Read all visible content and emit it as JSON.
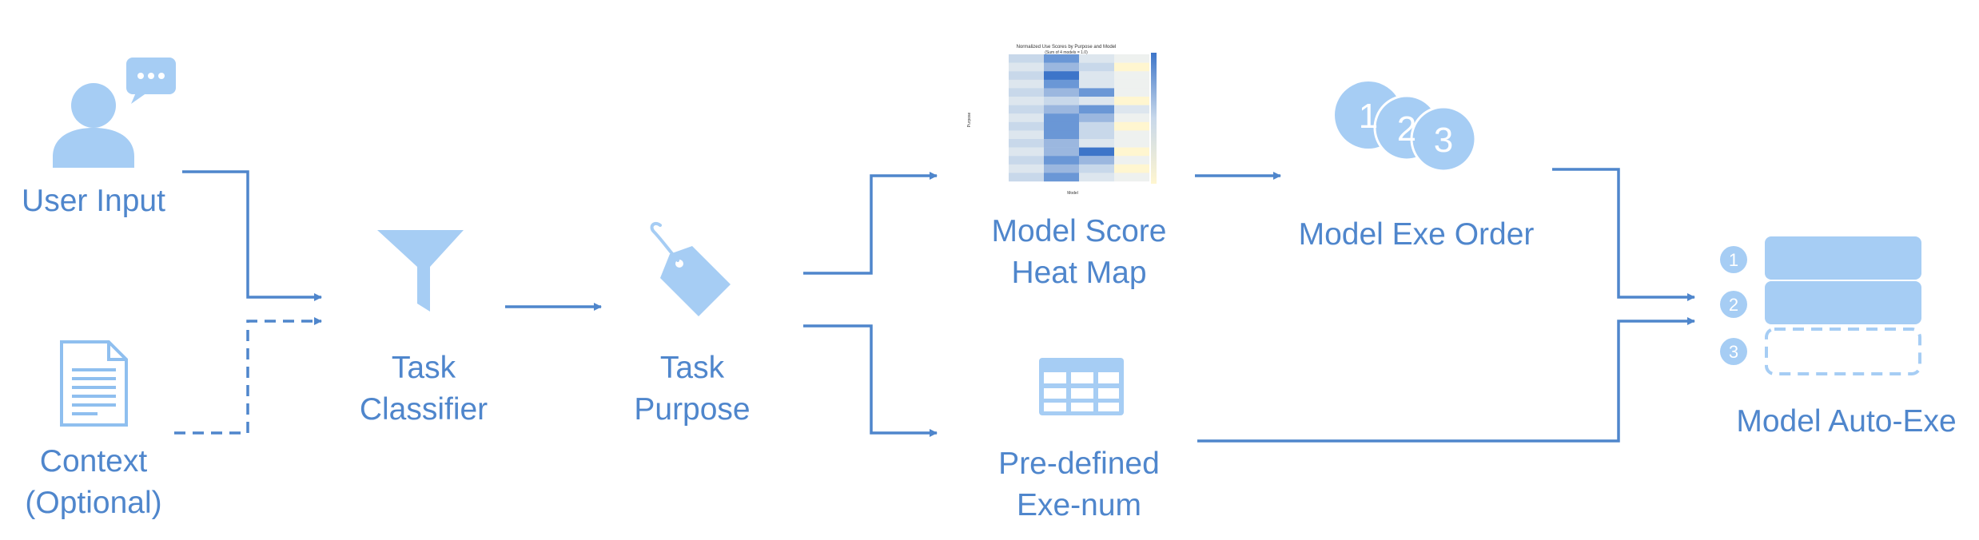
{
  "nodes": {
    "user_input": {
      "label": "User Input"
    },
    "context": {
      "line1": "Context",
      "line2": "(Optional)"
    },
    "task_classifier": {
      "line1": "Task",
      "line2": "Classifier"
    },
    "task_purpose": {
      "line1": "Task",
      "line2": "Purpose"
    },
    "heat_map": {
      "line1": "Model Score",
      "line2": "Heat Map",
      "thumbnail_title": "Normalized Use Scores by Purpose and Model",
      "thumbnail_subtitle": "(Sum of 4 models = 1.0)",
      "thumbnail_xlabel": "Model",
      "thumbnail_ylabel": "Purpose"
    },
    "predefined": {
      "line1": "Pre-defined",
      "line2": "Exe-num"
    },
    "exe_order": {
      "label": "Model Exe Order",
      "bubbles": [
        "1",
        "2",
        "3"
      ]
    },
    "auto_exe": {
      "label": "Model Auto-Exe",
      "steps": [
        "1",
        "2",
        "3"
      ]
    }
  },
  "colors": {
    "line": "#4f86cc",
    "icon_light": "#a6cdf4",
    "icon_mid": "#8fbfef",
    "text": "#4f86cc"
  }
}
